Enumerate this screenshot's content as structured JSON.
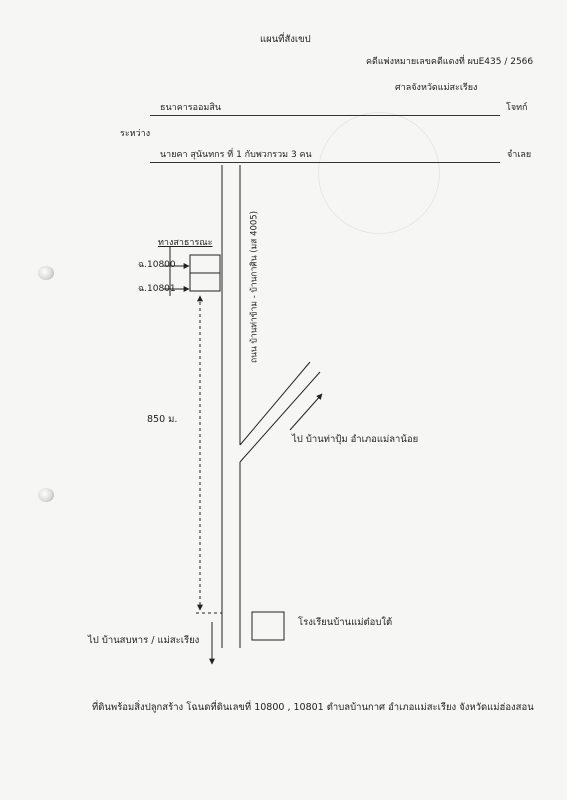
{
  "document": {
    "title": "แผนที่สังเขป",
    "case_number": "คดีแพ่งหมายเลขคดีแดงที่ ผบE435 / 2566",
    "court": "ศาลจังหวัดแม่สะเรียง",
    "plaintiff": {
      "name": "ธนาคารออมสิน",
      "role": "โจทก์"
    },
    "between_label": "ระหว่าง",
    "defendant": {
      "name": "นายคา สุนันทกร ที่ 1 กับพวกรวม 3 คน",
      "role": "จำเลย"
    }
  },
  "map": {
    "public_way_label": "ทางสาธารณะ",
    "land_plots": [
      "ฉ.10800",
      "ฉ.10801"
    ],
    "main_road_label": "ถนน บ้านท่าข้าม - บ้านกาศิน (มส 4005)",
    "branch_direction_label": "ไป บ้านท่าปุ้ม อำเภอแม่ลาน้อย",
    "distance_label": "850 ม.",
    "school_label": "โรงเรียนบ้านแม่ต๋อบใต้",
    "south_direction_label": "ไป บ้านสบหาร / แม่สะเรียง"
  },
  "footer": {
    "description": "ที่ดินพร้อมสิ่งปลูกสร้าง โฉนดที่ดินเลขที่ 10800 , 10801 ตำบลบ้านกาศ อำเภอแม่สะเรียง จังหวัดแม่ฮ่องสอน"
  }
}
